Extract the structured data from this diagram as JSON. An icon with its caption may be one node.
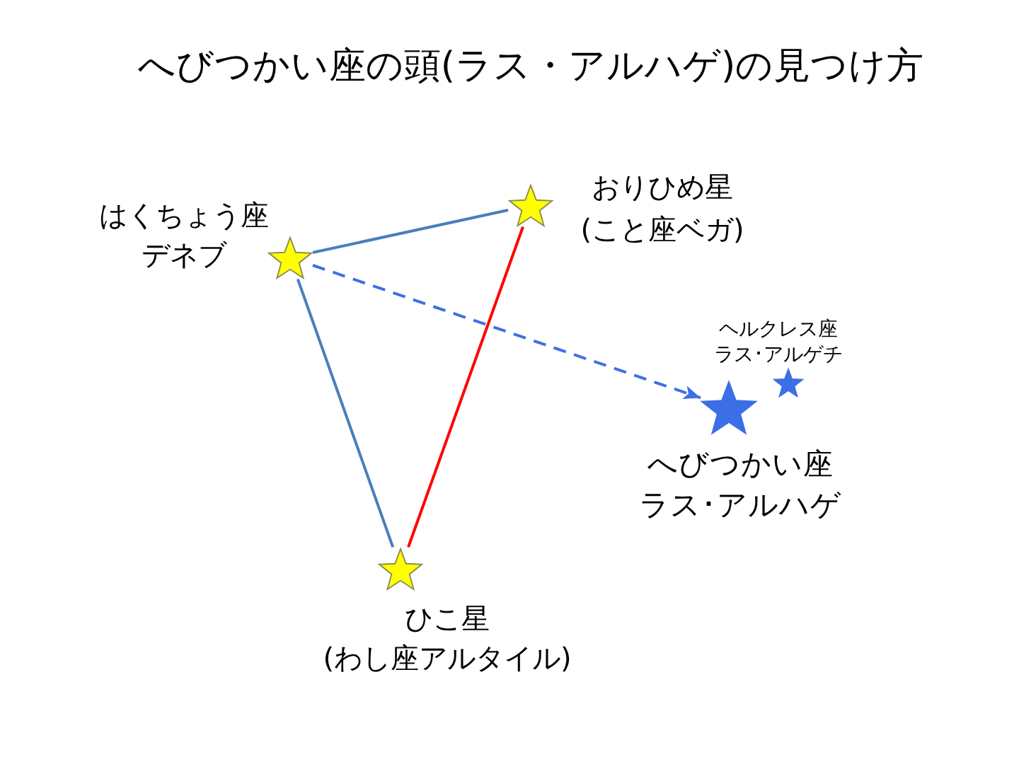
{
  "diagram": {
    "title": "へびつかい座の頭(ラス・アルハゲ)の見つけ方",
    "nodes": [
      {
        "text": [],
        "shape": "star",
        "beside": [
          "はくちょう座",
          "デネブ"
        ]
      },
      {
        "text": [],
        "shape": "star",
        "beside": [
          "おりひめ星",
          "(こと座ベガ)"
        ]
      },
      {
        "text": [],
        "shape": "star",
        "beside": [
          "ヘルクレス座",
          "ラス･アルゲチ"
        ]
      },
      {
        "text": [],
        "shape": "star",
        "beside": [
          "へびつかい座",
          "ラス･アルハゲ"
        ]
      },
      {
        "text": [],
        "shape": "star",
        "beside": [
          "ひこ星",
          "(わし座アルタイル)"
        ]
      }
    ],
    "edges": [
      {
        "from": 0,
        "to": 1,
        "arrow": "none"
      },
      {
        "from": 0,
        "to": 4,
        "arrow": "none"
      },
      {
        "from": 1,
        "to": 4,
        "arrow": "none",
        "color": "#ff0000"
      },
      {
        "from": 0,
        "to": 3,
        "arrow": "to",
        "style": "dashed",
        "color": "#3e6fe6"
      }
    ]
  }
}
